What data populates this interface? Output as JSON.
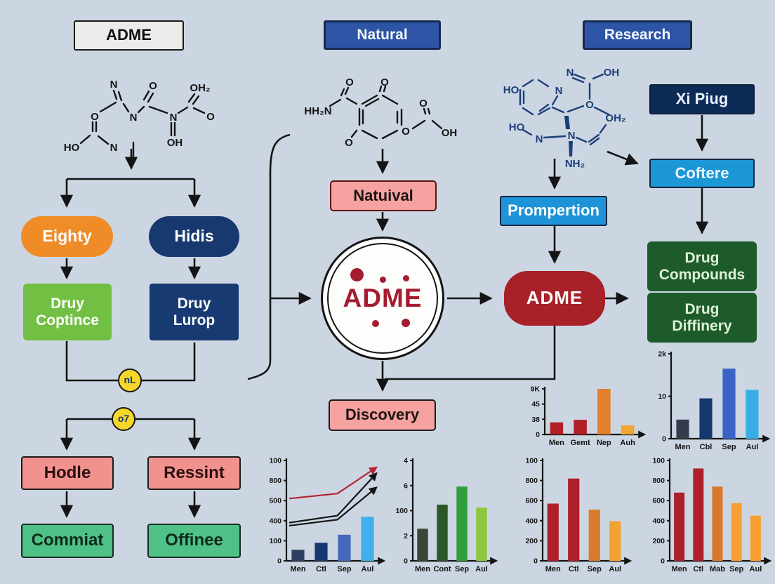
{
  "headers": {
    "adme": "ADME",
    "natural": "Natural",
    "research": "Research"
  },
  "left_flow": {
    "eighty": "Eighty",
    "hidis": "Hidis",
    "druy_coptince": [
      "Druy",
      "Coptince"
    ],
    "druy_lurop": [
      "Druy",
      "Lurop"
    ],
    "connector_nl": "nL",
    "connector_o7": "o7",
    "hodle": "Hodle",
    "ressint": "Ressint",
    "commiat": "Commiat",
    "offinee": "Offinee"
  },
  "center_flow": {
    "natuival": "Natuival",
    "adme_circle": "ADME",
    "discovery": "Discovery"
  },
  "right_flow": {
    "prompertion": "Prompertion",
    "adme_pill": "ADME",
    "xi_piug": "Xi Piug",
    "coftere": "Coftere",
    "drug_compounds": [
      "Drug",
      "Compounds"
    ],
    "drug_diffinery": [
      "Drug",
      "Diffinery"
    ]
  },
  "structures": {
    "s1_atoms": [
      "N",
      "O",
      "OH₂",
      "O",
      "N",
      "N",
      "O",
      "HO",
      "N",
      "OH"
    ],
    "s2_atoms": [
      "HH₂N",
      "O",
      "O",
      "O",
      "O",
      "O",
      "OH"
    ],
    "s3_atoms": [
      "N",
      "OH",
      "HO",
      "N",
      "O",
      "OH₂",
      "HO",
      "N",
      "N",
      "NH₂"
    ]
  },
  "colors": {
    "background": "#ccd6e2",
    "orange": "#f08c28",
    "navy": "#17396f",
    "green": "#72c043",
    "pink": "#f5a2a0",
    "teal_green": "#4fc187",
    "dark_red": "#a82028",
    "bright_blue": "#1f93d7",
    "dark_navy": "#0e2b58",
    "sky_blue": "#1c97d6",
    "dark_green": "#1d5c2a",
    "yellow": "#f6d629",
    "adme_text": "#a51c30"
  },
  "chart_data": [
    {
      "type": "bar",
      "yticks": [
        "9K",
        "45",
        "38",
        "0"
      ],
      "categories": [
        "Men",
        "Gemt",
        "Nep",
        "Auh"
      ],
      "values": [
        2.4,
        2.9,
        9,
        1.8
      ],
      "ymax": 9,
      "colors": [
        "#b12026",
        "#b12026",
        "#e2802b",
        "#f0a832"
      ]
    },
    {
      "type": "bar",
      "yticks": [
        "2k",
        "10",
        "0"
      ],
      "categories": [
        "Men",
        "Cbl",
        "Sep",
        "Aul"
      ],
      "values": [
        4.5,
        9.5,
        16.5,
        11.5
      ],
      "ymax": 20,
      "colors": [
        "#343b4d",
        "#14386e",
        "#3a63c6",
        "#38aee4"
      ]
    },
    {
      "type": "bar",
      "yticks": [
        "100",
        "800",
        "500",
        "400",
        "100",
        "0"
      ],
      "categories": [
        "Men",
        "Ctl",
        "Sep",
        "Aul"
      ],
      "values": [
        11,
        18,
        26,
        44
      ],
      "ymax": 100,
      "colors": [
        "#2e3f63",
        "#17396f",
        "#4468ba",
        "#3fb0e8"
      ],
      "lines": [
        {
          "color": "#b32437",
          "points": [
            [
              0.03,
              0.62
            ],
            [
              0.55,
              0.67
            ],
            [
              0.97,
              0.93
            ]
          ]
        },
        {
          "color": "#141414",
          "points": [
            [
              0.03,
              0.38
            ],
            [
              0.55,
              0.45
            ],
            [
              0.97,
              0.87
            ]
          ]
        },
        {
          "color": "#141414",
          "points": [
            [
              0.03,
              0.35
            ],
            [
              0.55,
              0.41
            ],
            [
              0.97,
              0.73
            ]
          ]
        }
      ]
    },
    {
      "type": "bar",
      "yticks": [
        "4",
        "6",
        "100",
        "2",
        "0"
      ],
      "categories": [
        "Men",
        "Cont",
        "Sep",
        "Aul"
      ],
      "values": [
        32,
        56,
        74,
        53
      ],
      "ymax": 100,
      "colors": [
        "#3c4436",
        "#2d5727",
        "#2e9e3e",
        "#8dc63f"
      ]
    },
    {
      "type": "bar",
      "yticks": [
        "100",
        "800",
        "600",
        "400",
        "200",
        "0"
      ],
      "categories": [
        "Men",
        "Ctl",
        "Sep",
        "Aul"
      ],
      "values": [
        570,
        820,
        510,
        395
      ],
      "ymax": 1000,
      "colors": [
        "#ad1f2a",
        "#ad1f2a",
        "#d97b2c",
        "#f0a232"
      ]
    },
    {
      "type": "bar",
      "yticks": [
        "100",
        "800",
        "600",
        "400",
        "200",
        "0"
      ],
      "categories": [
        "Men",
        "Ctl",
        "Mab",
        "Sep",
        "Aul"
      ],
      "values": [
        680,
        920,
        740,
        575,
        450
      ],
      "ymax": 1000,
      "colors": [
        "#ad1f2a",
        "#ad1f2a",
        "#d9772c",
        "#f5a030",
        "#f5a030"
      ]
    }
  ]
}
